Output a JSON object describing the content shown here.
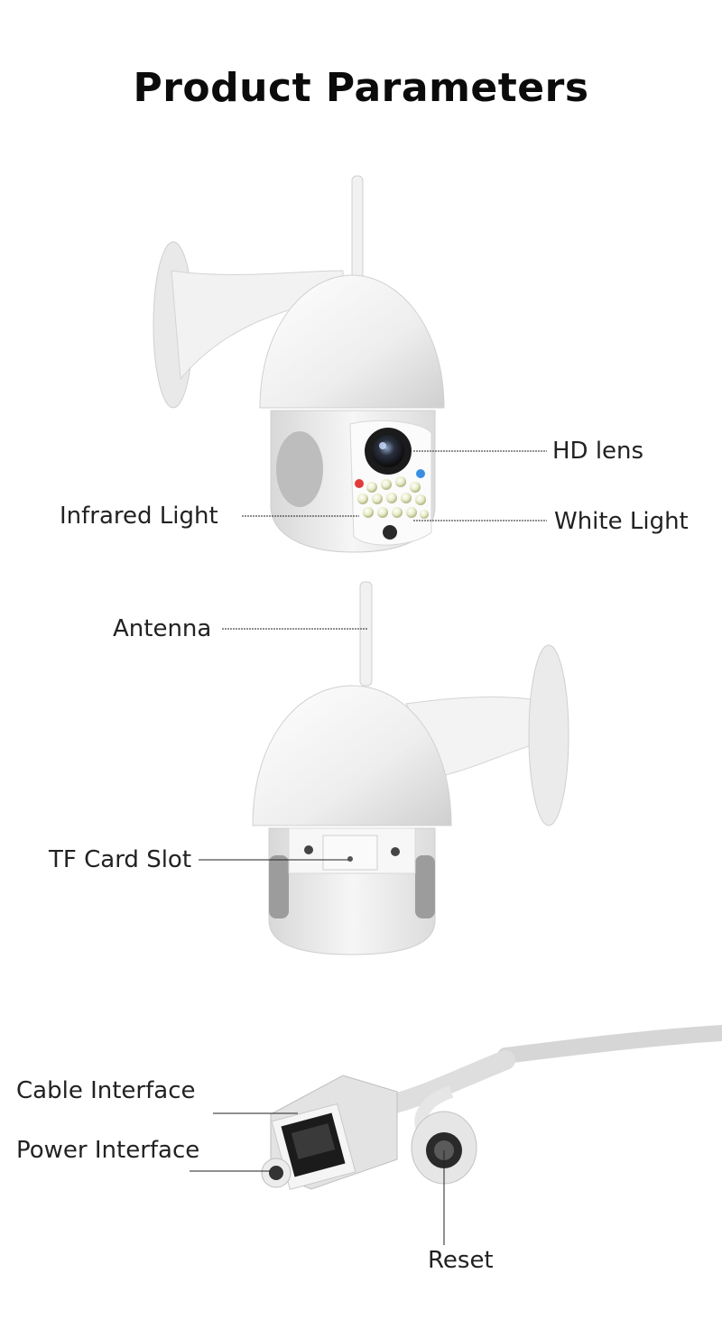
{
  "title": "Product Parameters",
  "labels": {
    "hd_lens": "HD lens",
    "infrared_light": "Infrared Light",
    "white_light": "White Light",
    "antenna": "Antenna",
    "tf_card_slot": "TF Card Slot",
    "cable_interface": "Cable Interface",
    "power_interface": "Power Interface",
    "reset": "Reset"
  },
  "icons": [
    "camera-front-illustration",
    "camera-back-illustration",
    "cable-connector-illustration"
  ],
  "colors": {
    "led_red": "#e23b3b",
    "led_blue": "#3b8ee2",
    "body": "#f4f4f4"
  }
}
